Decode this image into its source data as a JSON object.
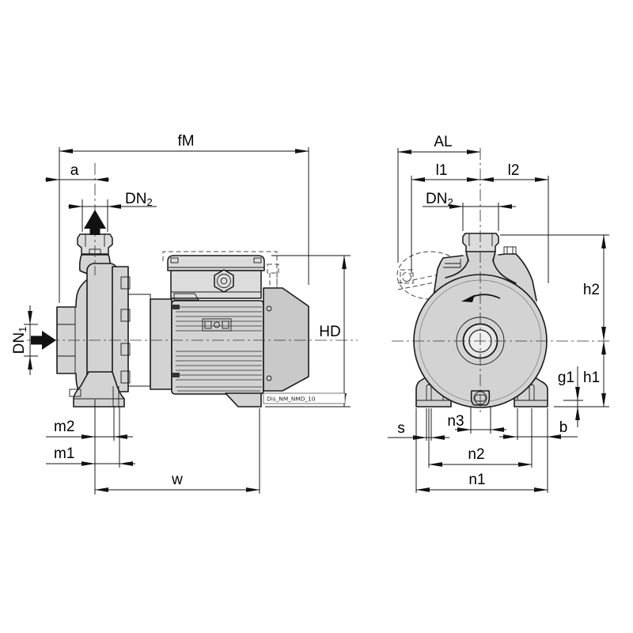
{
  "drawing": {
    "code_label": "Dis_NM_NMD_10",
    "left_view": {
      "name": "side view of close-coupled centrifugal pump",
      "dims": {
        "fM": "fM",
        "a": "a",
        "dn_prefix": "DN",
        "dn2_sub": "2",
        "dn1_sub": "1",
        "HD": "HD",
        "m2": "m2",
        "m1": "m1",
        "w": "w"
      }
    },
    "right_view": {
      "name": "front view of close-coupled centrifugal pump",
      "dims": {
        "AL": "AL",
        "l1": "l1",
        "l2": "l2",
        "dn_prefix": "DN",
        "dn2_sub": "2",
        "h2": "h2",
        "h1": "h1",
        "g1": "g1",
        "s": "s",
        "n3": "n3",
        "b": "b",
        "n2": "n2",
        "n1": "n1"
      }
    },
    "colors": {
      "background": "#ffffff",
      "line": "#1a1a1a",
      "body_fill": "#d3d3d3",
      "fan_fill": "#c9c9c9",
      "box_fill": "#dcdcdc"
    }
  }
}
